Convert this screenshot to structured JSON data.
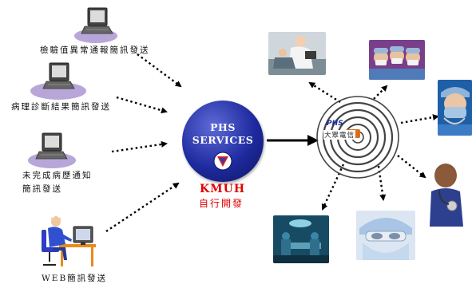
{
  "sources": [
    {
      "label": "檢驗值異常通報簡訊發送"
    },
    {
      "label": "病理診斷結果簡訊發送"
    },
    {
      "label_lines": [
        "未完成病歷通知",
        "簡訊發送"
      ]
    },
    {
      "label": "WEB簡訊發送"
    }
  ],
  "hub": {
    "line1": "PHS",
    "line2": "SERVICES",
    "org": "KMUH",
    "subtitle": "自行開發"
  },
  "target": {
    "logo": "PHS",
    "name": "大眾電信"
  },
  "colors": {
    "hub": "#1e2a9e",
    "hub_text": "#ffffff",
    "accent_red": "#e00000",
    "target_logo": "#1b2fa8",
    "badge": "#d8701a",
    "laptop_pad": "#b8a6d8",
    "arrow": "#000000"
  },
  "icons": [
    "laptop-icon",
    "desk-user-icon",
    "hospital-emblem-icon",
    "signal-rings-icon"
  ],
  "photos": [
    "doctor-with-patient-photo",
    "surgical-team-photo",
    "surgeon-with-mask-photo",
    "nurse-with-stethoscope-photo",
    "operating-room-photo",
    "masked-surgeon-closeup-photo"
  ]
}
